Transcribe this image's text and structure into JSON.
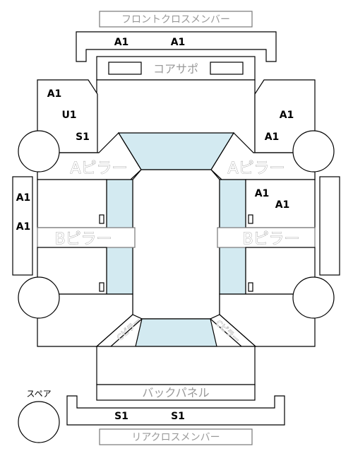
{
  "labels": {
    "front_cross_member": "フロントクロスメンバー",
    "core_support": "コアサポ",
    "a_pillar_left": "Aピラー",
    "a_pillar_right": "Aピラー",
    "b_pillar_left": "Bピラー",
    "b_pillar_right": "Bピラー",
    "c_pillar_left": "Cピラー",
    "c_pillar_right": "Cピラー",
    "back_panel": "バックパネル",
    "rear_cross_member": "リアクロスメンバー",
    "spare": "スペア"
  },
  "codes": {
    "front_member_left": "A1",
    "front_member_right": "A1",
    "front_left_fender_a": "A1",
    "front_left_fender_u": "U1",
    "front_left_fender_s": "S1",
    "front_right_fender_top": "A1",
    "front_right_fender_bottom": "A1",
    "left_sill_top": "A1",
    "left_sill_bottom": "A1",
    "right_front_door_a": "A1",
    "right_front_door_b": "A1",
    "rear_member_left": "S1",
    "rear_member_right": "S1"
  },
  "colors": {
    "glass": "#d3eaf1",
    "outline": "#000000",
    "label_gray": "#9a9a9a"
  }
}
